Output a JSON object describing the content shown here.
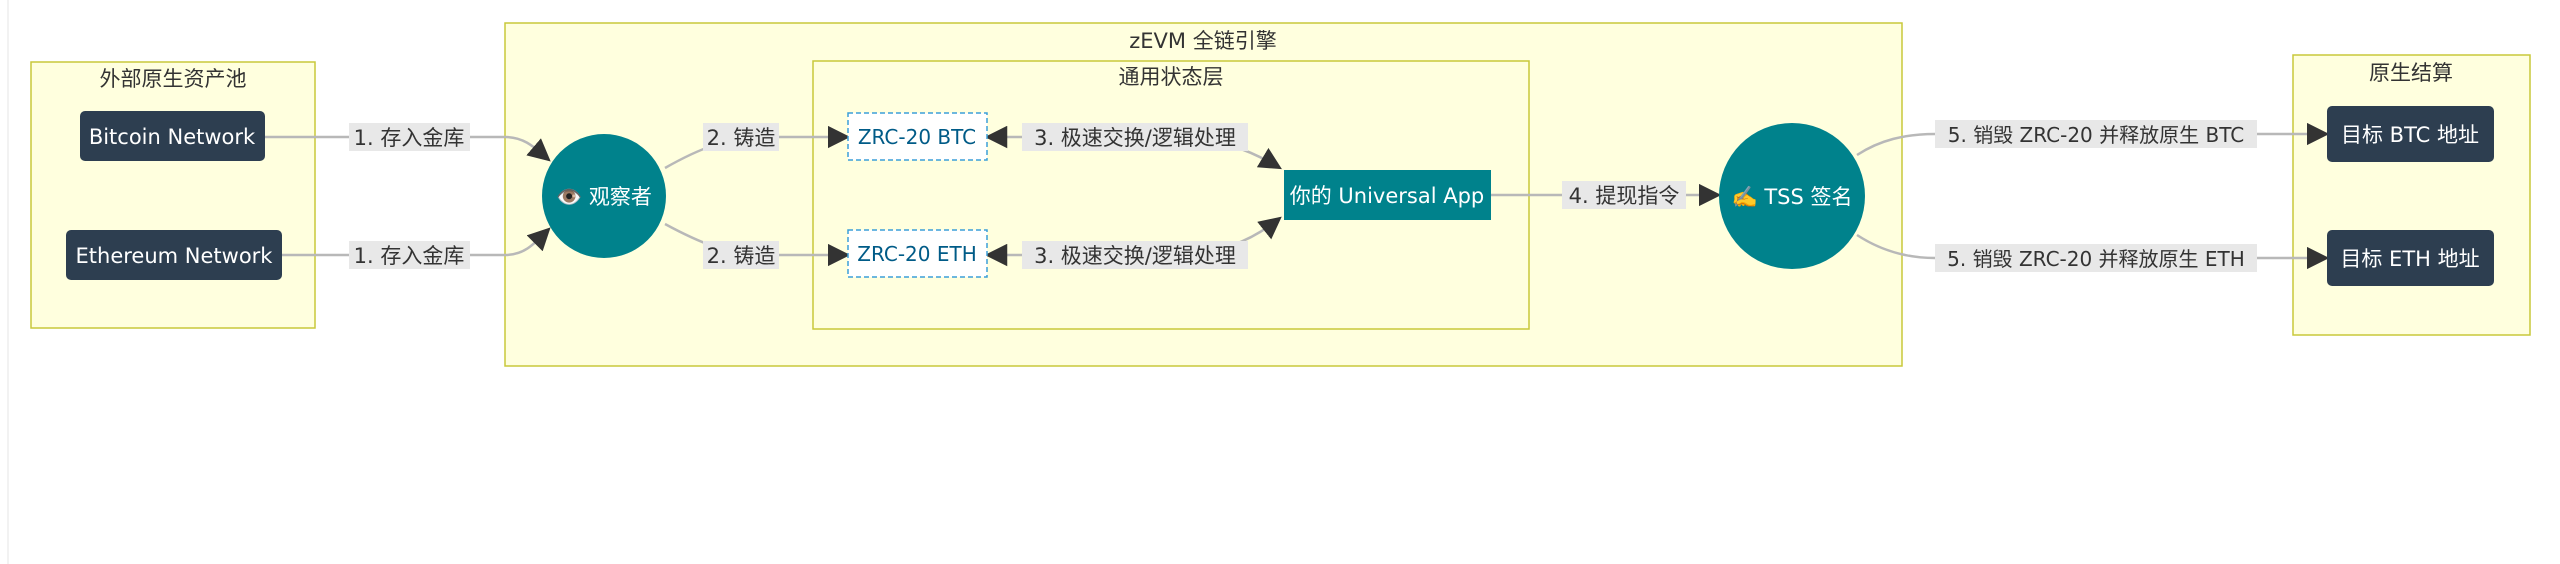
{
  "diagram": {
    "clusters": {
      "external_pool": "外部原生资产池",
      "zevm": "zEVM 全链引擎",
      "universal_state": "通用状态层",
      "native_settlement": "原生结算"
    },
    "nodes": {
      "bitcoin_network": "Bitcoin Network",
      "ethereum_network": "Ethereum Network",
      "observer": "👁️ 观察者",
      "zrc20_btc": "ZRC-20 BTC",
      "zrc20_eth": "ZRC-20 ETH",
      "universal_app": "你的 Universal App",
      "tss_signer": "✍️ TSS 签名",
      "target_btc": "目标 BTC 地址",
      "target_eth": "目标 ETH 地址"
    },
    "edges": {
      "deposit_btc": "1. 存入金库",
      "deposit_eth": "1. 存入金库",
      "mint_btc": "2. 铸造",
      "mint_eth": "2. 铸造",
      "swap_btc": "3. 极速交换/逻辑处理",
      "swap_eth": "3. 极速交换/逻辑处理",
      "withdraw": "4. 提现指令",
      "release_btc": "5. 销毁 ZRC-20 并释放原生 BTC",
      "release_eth": "5. 销毁 ZRC-20 并释放原生 ETH"
    },
    "colors": {
      "cluster_fill": "#ffffde",
      "cluster_stroke": "#c8c83a",
      "dark_node": "#2d3e50",
      "teal_node": "#00828c",
      "edge": "#b8b8b8",
      "edge_label_bg": "#e8e8e8"
    }
  }
}
